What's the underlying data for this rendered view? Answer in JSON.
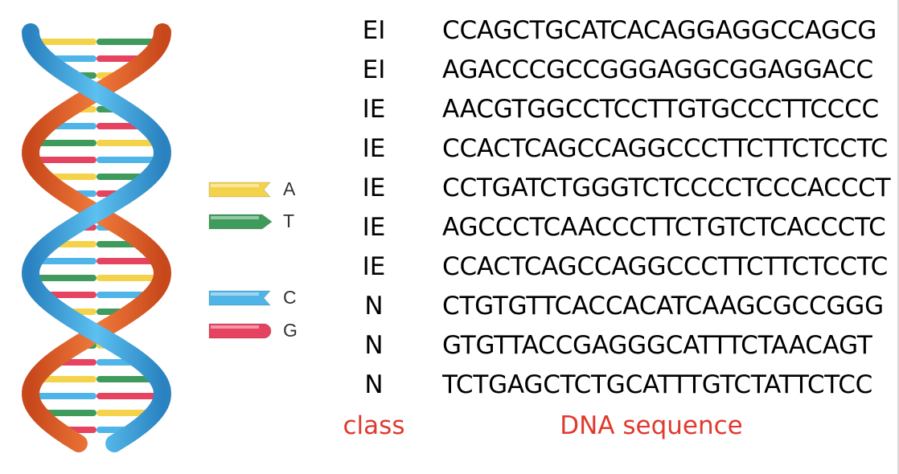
{
  "legend": [
    {
      "letter": "A",
      "color": "#f4d34a"
    },
    {
      "letter": "T",
      "color": "#3f9b5c"
    },
    {
      "letter": "C",
      "color": "#4fb5e8"
    },
    {
      "letter": "G",
      "color": "#e5435f"
    }
  ],
  "rows": [
    {
      "class": "EI",
      "sequence": "CCAGCTGCATCACAGGAGGCCAGCG"
    },
    {
      "class": "EI",
      "sequence": "AGACCCGCCGGGAGGCGGAGGACC"
    },
    {
      "class": "IE",
      "sequence": "AACGTGGCCTCCTTGTGCCCTTCCCC"
    },
    {
      "class": "IE",
      "sequence": "CCACTCAGCCAGGCCCTTCTTCTCCTC"
    },
    {
      "class": "IE",
      "sequence": "CCTGATCTGGGTCTCCCCTCCCACCCT"
    },
    {
      "class": "IE",
      "sequence": "AGCCCTCAACCCTTCTGTCTCACCCTC"
    },
    {
      "class": "IE",
      "sequence": "CCACTCAGCCAGGCCCTTCTTCTCCTC"
    },
    {
      "class": "N",
      "sequence": "CTGTGTTCACCACATCAAGCGCCGGG"
    },
    {
      "class": "N",
      "sequence": "GTGTTACCGAGGGCATTTCTAACAGT"
    },
    {
      "class": "N",
      "sequence": "TCTGAGCTCTGCATTTGTCTATTCTCC"
    }
  ],
  "captions": {
    "class": "class",
    "sequence": "DNA sequence"
  },
  "colors": {
    "caption": "#e03a2e",
    "strand_orange": "#e0602a",
    "strand_blue": "#3a9fd8"
  }
}
